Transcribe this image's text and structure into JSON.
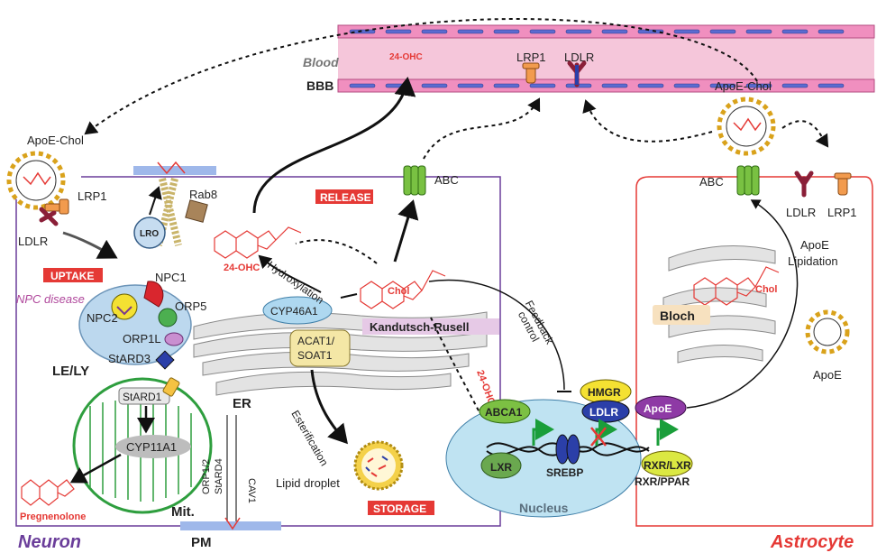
{
  "labels": {
    "blood": "Blood",
    "bbb": "BBB",
    "ohc_blood": "24-OHC",
    "lrp1_bbb": "LRP1",
    "ldlr_bbb": "LDLR",
    "apoe_chol_left": "ApoE-Chol",
    "apoe_chol_right": "ApoE-Chol",
    "lrp1_left": "LRP1",
    "ldlr_left": "LDLR",
    "rab8": "Rab8",
    "lro": "LRO",
    "release": "RELEASE",
    "abc_neuron": "ABC",
    "ohc_neuron": "24-OHC",
    "uptake": "UPTAKE",
    "npc1": "NPC1",
    "npc_disease": "NPC disease",
    "npc2": "NPC2",
    "orp5": "ORP5",
    "orp1l": "ORP1L",
    "stard3": "StARD3",
    "lely": "LE/LY",
    "hydroxylation": "Hydroxylation",
    "cyp46a1": "CYP46A1",
    "chol_neuron": "Chol",
    "acat1": "ACAT1/",
    "soat1": "SOAT1",
    "kandutsch": "Kandutsch-Rusell",
    "feedback1": "Feedback",
    "feedback2": "control",
    "stard1": "StARD1",
    "cyp11a1": "CYP11A1",
    "pregnenolone": "Pregnenolone",
    "mit": "Mit.",
    "er": "ER",
    "esterification": "Esterification",
    "orp12": "ORP1/2",
    "stard4": "StARD4",
    "cav1": "CAV1",
    "lipid_droplet": "Lipid droplet",
    "storage": "STORAGE",
    "pm": "PM",
    "neuron": "Neuron",
    "ohc_vertical": "24-OHC",
    "abca1": "ABCA1",
    "hmgr": "HMGR",
    "ldlr_nuc": "LDLR",
    "apoe_nuc": "ApoE",
    "lxr": "LXR",
    "srebp": "SREBP",
    "rxr_lxr": "RXR/LXR",
    "rxr_ppar": "RXR/PPAR",
    "nucleus": "Nucleus",
    "abc_astro": "ABC",
    "ldlr_astro": "LDLR",
    "lrp1_astro": "LRP1",
    "apoe_lip1": "ApoE",
    "apoe_lip2": "Lipidation",
    "chol_astro": "Chol",
    "bloch": "Bloch",
    "apoe_astro": "ApoE",
    "astrocyte": "Astrocyte"
  },
  "colors": {
    "neuron_border": "#6a3d9a",
    "astro_border": "#e53935",
    "red_text": "#e53935",
    "nucleus_fill": "#bfe3f2",
    "lely_fill": "#bcd8ee",
    "mito_green": "#2e9e3e",
    "blood_pink": "#f5c6da",
    "kandutsch_fill": "#e6c9e6",
    "bloch_fill": "#f7e1bf"
  }
}
